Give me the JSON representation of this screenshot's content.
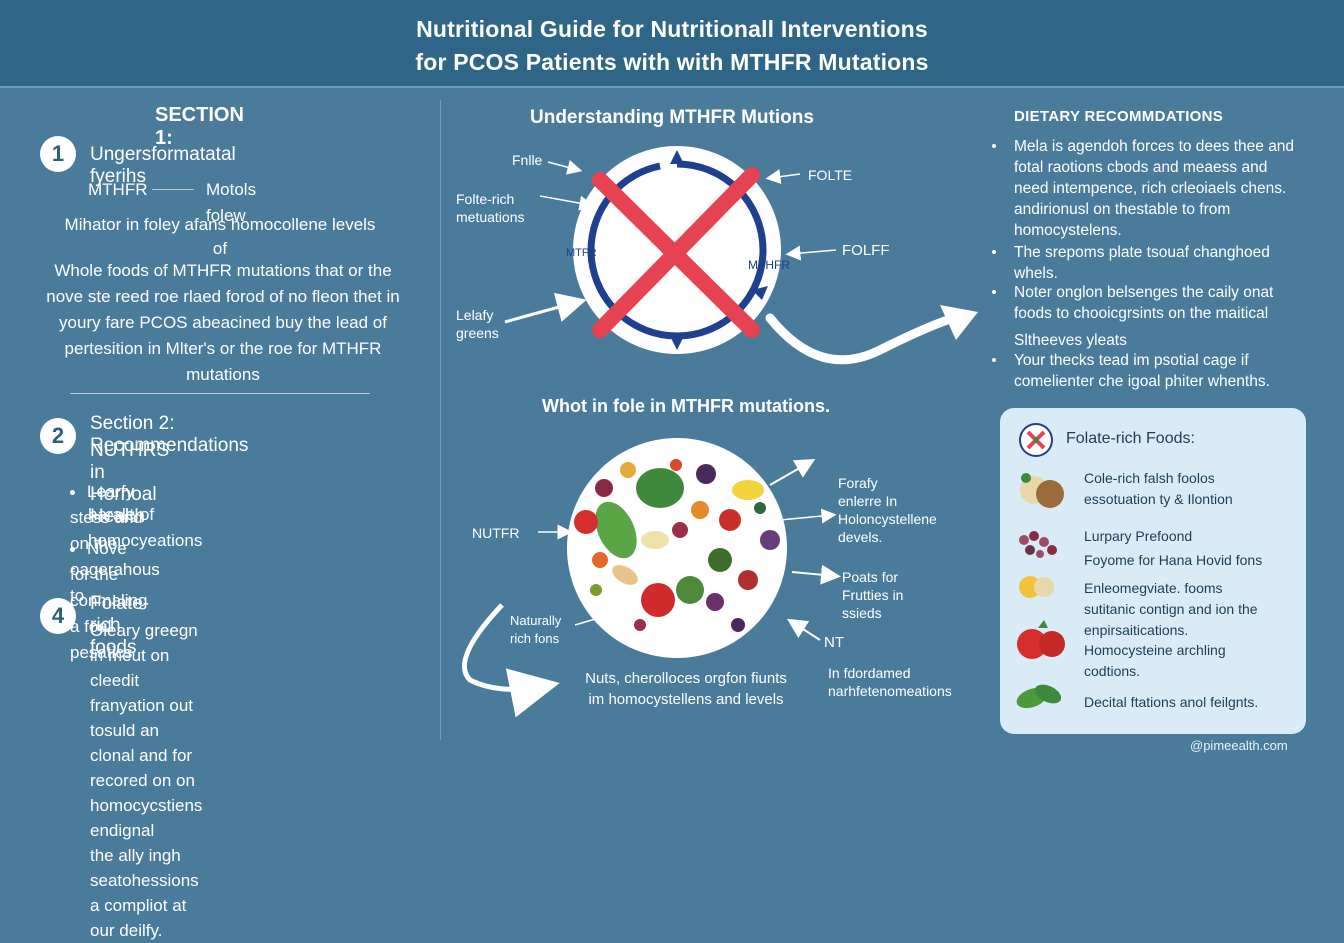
{
  "header": {
    "line1": "Nutritional Guide for  Nutritionall Interventions",
    "line2": "for PCOS Patients with with MTHFR Mutations"
  },
  "left": {
    "section1_title": "SECTION 1:",
    "item1": {
      "number": "1",
      "title": "Ungersformatatal fyerihs",
      "mthfr_label": "MTHFR",
      "mthfr_target": "Motols folew",
      "para1_l1": "Mihator in foley afans homocollene levels",
      "para1_l2": "of",
      "para2": [
        "Whole foods of MTHFR mutations that or the",
        "nove ste reed roe rlaed forod of no fleon thet in",
        "youry fare PCOS abeacined buy the lead of",
        "pertesition in Mlter's or the roe for MTHFR",
        "mutations"
      ]
    },
    "item2": {
      "number": "2",
      "title_l1": "Section 2: Recommendations",
      "title_l2": "NUTHRS in Hornoal Health",
      "bullets": [
        [
          "Learfy stess and on the oagerahous to",
          "harale of homocyeations"
        ],
        [
          "Nove for the conmaling a foal pesatics"
        ]
      ]
    },
    "item4": {
      "number": "4",
      "title": "Folate-rich foods",
      "lines": [
        "Oleary greegn in meut on cleedit",
        "franyation out tosuld an clonal and for",
        "recored on on homocycstiens endignal",
        "the ally ingh seatohessions a compliot at",
        "our deilfy."
      ]
    }
  },
  "middle": {
    "title1": "Understanding MTHFR Mutions",
    "title2": "Whot in fole in MTHFR mutations.",
    "labels_top": {
      "fnlle": "Fnlle",
      "folte_rich": [
        "Folte-rich",
        "metuations"
      ],
      "mtfr": "MTFR",
      "mthfr": "MTHFR",
      "folte": "FOLTE",
      "folff": "FOLFF",
      "leafy": [
        "Lelafy",
        "greens"
      ]
    },
    "labels_bottom": {
      "nutfr": "NUTFR",
      "forafy": [
        "Forafy",
        "enlerre In",
        "Holoncystellene",
        "devels."
      ],
      "poats": [
        "Poats for",
        "Frutties in",
        "ssieds"
      ],
      "nt": "NT",
      "in_fdor": [
        "In fdordamed",
        "narhfetenomeations"
      ],
      "naturally": [
        "Naturally",
        "rich fons"
      ],
      "nuts": [
        "Nuts, cherolloces orgfon fiunts",
        "im homocystellens and levels"
      ]
    }
  },
  "right": {
    "title": "DIETARY RECOMMDATIONS",
    "bullets": [
      [
        "Mela is agendoh forces to dees thee and",
        "fotal raotions cbods and meaess and",
        "need intempence, rich crleoiaels chens.",
        "andirionusl on thestable to from",
        "homocystelens."
      ],
      [
        "The srepoms plate tsouaf changhoed",
        "whels."
      ],
      [
        "Noter onglon belsenges the caily onat",
        "foods to chooicgrsints on the maitical"
      ]
    ],
    "sub_heading": "Sltheeves yleats",
    "bullet4": [
      "Your thecks tead im psotial cage if",
      "comelienter che igoal phiter whenths."
    ],
    "card": {
      "title": "Folate-rich Foods:",
      "items": [
        [
          "Cole-rich falsh foolos",
          "essotuation ty & Ilontion"
        ],
        [
          "Lurpary Prefoond",
          "Foyome for Hana Hovid fons"
        ],
        [
          "Enleomegviate. fooms",
          "sutitanic contign and ion the",
          "enpirsaitications."
        ],
        [
          "Homocysteine archling",
          "codtions."
        ],
        [
          "Decital ftations anol feilgnts."
        ]
      ]
    }
  },
  "footer": {
    "url": "@pimeealth.com"
  },
  "colors": {
    "background": "#4b7b9a",
    "header": "#2f6688",
    "cross": "#e64250",
    "ring": "#1f3f8f",
    "card": "#d8ebf6"
  }
}
